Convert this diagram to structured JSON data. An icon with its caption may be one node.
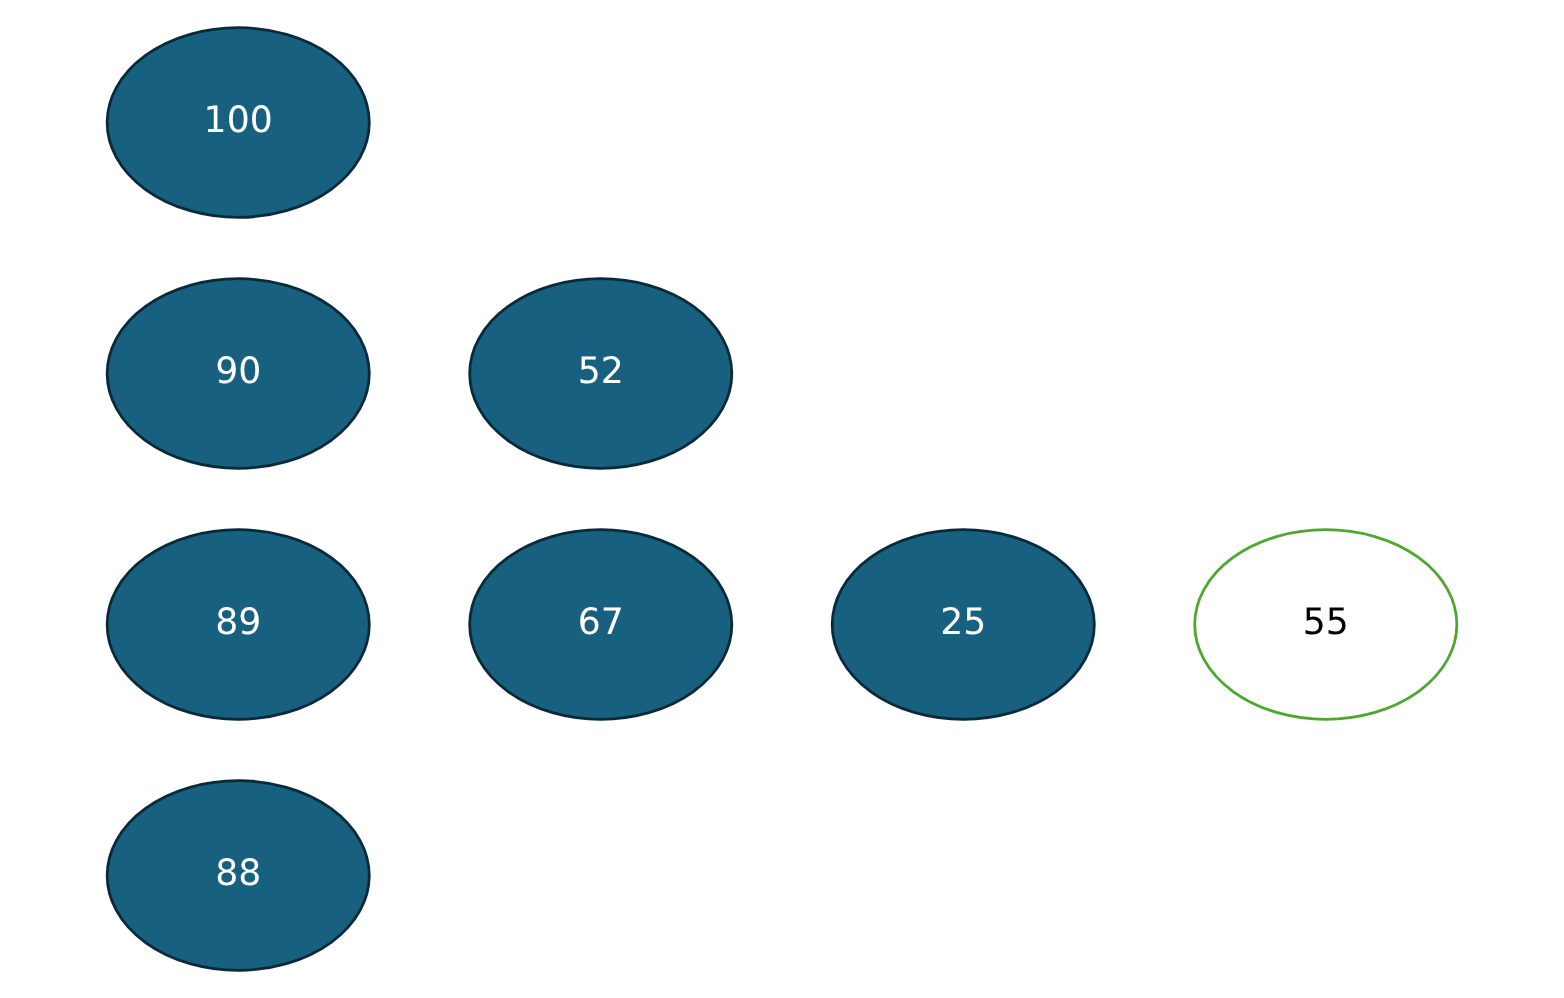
{
  "diagram": {
    "nodes": [
      {
        "text": [
          "100"
        ]
      },
      {
        "text": [
          "90"
        ]
      },
      {
        "text": [
          "52"
        ]
      },
      {
        "text": [
          "89"
        ]
      },
      {
        "text": [
          "67"
        ]
      },
      {
        "text": [
          "25"
        ]
      },
      {
        "text": [
          "55"
        ]
      },
      {
        "text": [
          "88"
        ]
      }
    ]
  }
}
